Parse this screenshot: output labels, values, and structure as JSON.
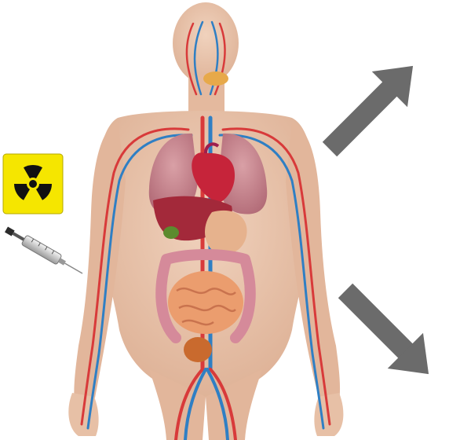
{
  "figure": {
    "subject": "human-body-anatomy",
    "organs": [
      "brain-vessels",
      "thyroid",
      "lungs",
      "heart",
      "liver",
      "gallbladder",
      "stomach",
      "small-intestine",
      "large-intestine",
      "bladder"
    ],
    "vessel_colors": {
      "artery": "#d83a3a",
      "vein": "#2f7fc4"
    },
    "skin_color": "#e9c4aa",
    "icons": [
      "radiation-hazard-icon",
      "syringe-icon",
      "arrow-up-right-icon",
      "arrow-down-right-icon"
    ],
    "radiation_sign": {
      "background": "#f5e600",
      "symbol": "#111111"
    },
    "arrow_color": "#6b6b6b"
  }
}
